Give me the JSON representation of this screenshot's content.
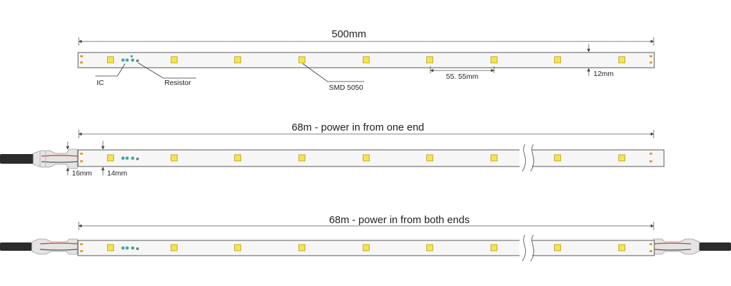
{
  "section1": {
    "title": "500mm",
    "labels": {
      "ic": "IC",
      "resistor": "Resistor",
      "smd": "SMD 5050",
      "pitch": "55. 55mm",
      "width": "12mm"
    }
  },
  "section2": {
    "title": "68m  - power in from one end",
    "labels": {
      "end_width": "16mm",
      "strip_width": "14mm"
    }
  },
  "section3": {
    "title": "68m - power in from both ends"
  },
  "colors": {
    "led": "#f4e64a",
    "cable": "#2b2b2b",
    "strip_outline": "#555555"
  }
}
